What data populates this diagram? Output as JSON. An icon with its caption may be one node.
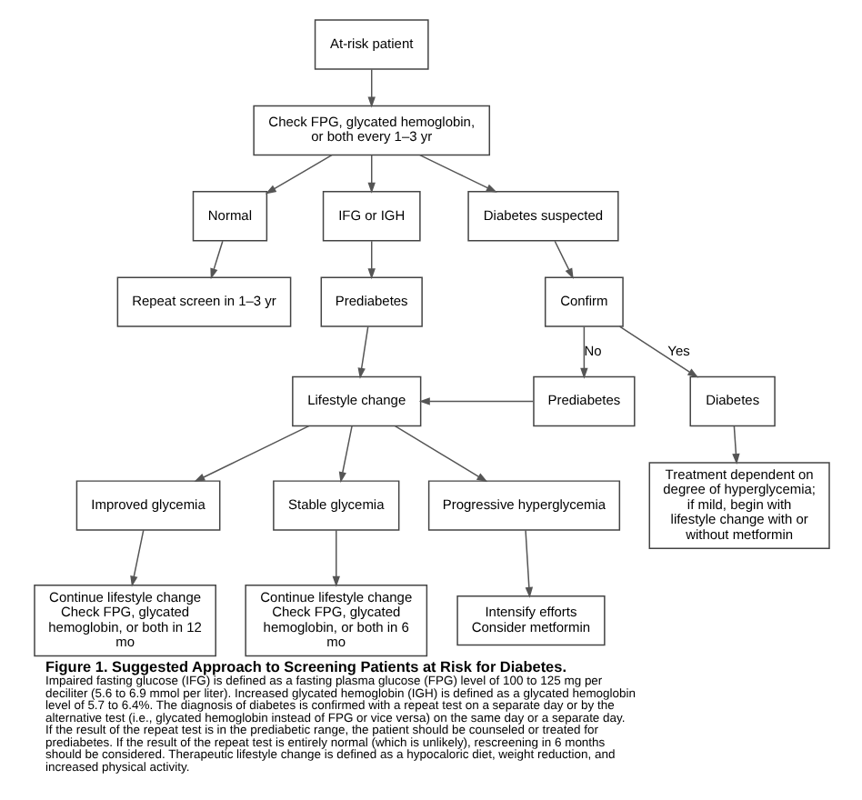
{
  "diagram": {
    "title": "Figure 1. Suggested Approach to Screening Patients at Risk for Diabetes.",
    "caption": "Impaired fasting glucose (IFG) is defined as a fasting plasma glucose (FPG) level of 100 to 125 mg per deciliter (5.6 to 6.9 mmol per liter). Increased glycated hemoglobin (IGH) is defined as a glycated hemoglobin level of 5.7 to 6.4%. The diagnosis of diabetes is confirmed with a repeat test on a separate day or by the alternative test (i.e., glycated hemoglobin instead of FPG or vice versa) on the same day or a separate day. If the result of the repeat test is in the prediabetic range, the patient should be counseled or treated for prediabetes. If the result of the repeat test is entirely normal (which is unlikely), rescreening in 6 months should be considered. Therapeutic lifestyle change is defined as a hypocaloric diet, weight reduction, and increased physical activity.",
    "nodes": [
      {
        "text": [
          "At-risk patient"
        ]
      },
      {
        "text": [
          "Check FPG, glycated hemoglobin, or both every 1–3 yr"
        ]
      },
      {
        "text": [
          "Normal"
        ]
      },
      {
        "text": [
          "IFG or IGH"
        ]
      },
      {
        "text": [
          "Diabetes suspected"
        ]
      },
      {
        "text": [
          "Repeat screen in 1–3 yr"
        ]
      },
      {
        "text": [
          "Prediabetes"
        ]
      },
      {
        "text": [
          "Confirm"
        ]
      },
      {
        "text": [
          "Lifestyle change"
        ]
      },
      {
        "text": [
          "Prediabetes"
        ]
      },
      {
        "text": [
          "Diabetes"
        ]
      },
      {
        "text": [
          "Improved glycemia"
        ]
      },
      {
        "text": [
          "Stable glycemia"
        ]
      },
      {
        "text": [
          "Progressive hyperglycemia"
        ]
      },
      {
        "text": [
          "Treatment dependent on degree of hyperglycemia; if mild, begin with lifestyle change with or without metformin"
        ]
      },
      {
        "text": [
          "Continue lifestyle change",
          "Check FPG, glycated hemoglobin, or both in 12 mo"
        ]
      },
      {
        "text": [
          "Continue lifestyle change",
          "Check FPG, glycated hemoglobin, or both in 6 mo"
        ]
      },
      {
        "text": [
          "Intensify efforts",
          "Consider metformin"
        ]
      }
    ],
    "edges": [
      {
        "from": 0,
        "to": 1,
        "arrow": "to"
      },
      {
        "from": 1,
        "to": 2,
        "arrow": "to"
      },
      {
        "from": 1,
        "to": 3,
        "arrow": "to"
      },
      {
        "from": 1,
        "to": 4,
        "arrow": "to"
      },
      {
        "from": 2,
        "to": 5,
        "arrow": "to"
      },
      {
        "from": 3,
        "to": 6,
        "arrow": "to"
      },
      {
        "from": 4,
        "to": 7,
        "arrow": "to"
      },
      {
        "from": 7,
        "to": 9,
        "arrow": "to",
        "label": "No"
      },
      {
        "from": 7,
        "to": 10,
        "arrow": "to",
        "label": "Yes"
      },
      {
        "from": 6,
        "to": 8,
        "arrow": "to"
      },
      {
        "from": 9,
        "to": 8,
        "arrow": "to"
      },
      {
        "from": 10,
        "to": 14,
        "arrow": "to"
      },
      {
        "from": 8,
        "to": 11,
        "arrow": "to"
      },
      {
        "from": 8,
        "to": 12,
        "arrow": "to"
      },
      {
        "from": 8,
        "to": 13,
        "arrow": "to"
      },
      {
        "from": 11,
        "to": 15,
        "arrow": "to"
      },
      {
        "from": 12,
        "to": 16,
        "arrow": "to"
      },
      {
        "from": 13,
        "to": 17,
        "arrow": "to"
      }
    ]
  }
}
